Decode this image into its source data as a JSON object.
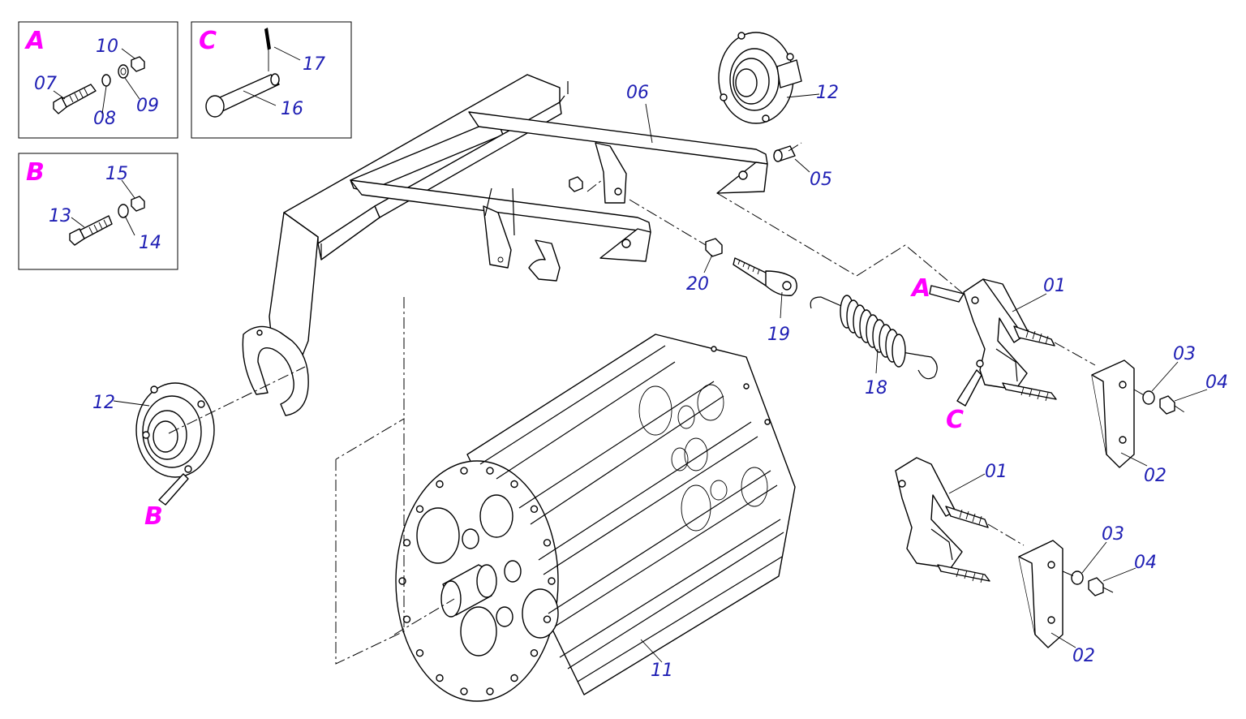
{
  "inset_boxes": [
    {
      "id": "A",
      "letter": "A",
      "labels": [
        "10",
        "07",
        "08",
        "09"
      ]
    },
    {
      "id": "C",
      "letter": "C",
      "labels": [
        "17",
        "16"
      ]
    },
    {
      "id": "B",
      "letter": "B",
      "labels": [
        "15",
        "13",
        "14"
      ]
    }
  ],
  "callouts": {
    "main": [
      "06",
      "12",
      "05",
      "20",
      "19",
      "18",
      "01",
      "03",
      "04",
      "02",
      "12",
      "11",
      "01",
      "03",
      "04",
      "02"
    ],
    "letters": [
      "A",
      "C",
      "B"
    ]
  },
  "colors": {
    "part_number": "#1f1fb4",
    "detail_letter": "#ff00ff",
    "line": "#000000"
  }
}
